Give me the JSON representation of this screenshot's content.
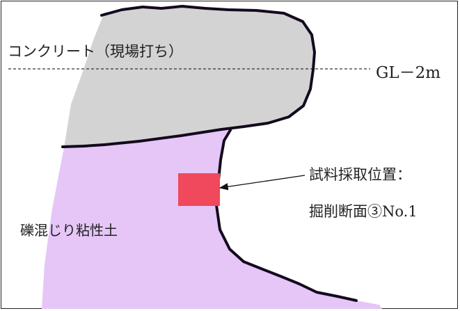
{
  "diagram": {
    "labels": {
      "concrete": "コンクリート（現場打ち）",
      "ground_level": "GL－2m",
      "soil": "礫混じり粘性土",
      "sample_line1": "試料採取位置：",
      "sample_line2": "掘削断面③No.1"
    },
    "colors": {
      "concrete_fill": "#d3d3d3",
      "soil_fill": "#e5c6f7",
      "boundary_stroke": "#140a1e",
      "sample_marker": "#f0485c"
    }
  }
}
